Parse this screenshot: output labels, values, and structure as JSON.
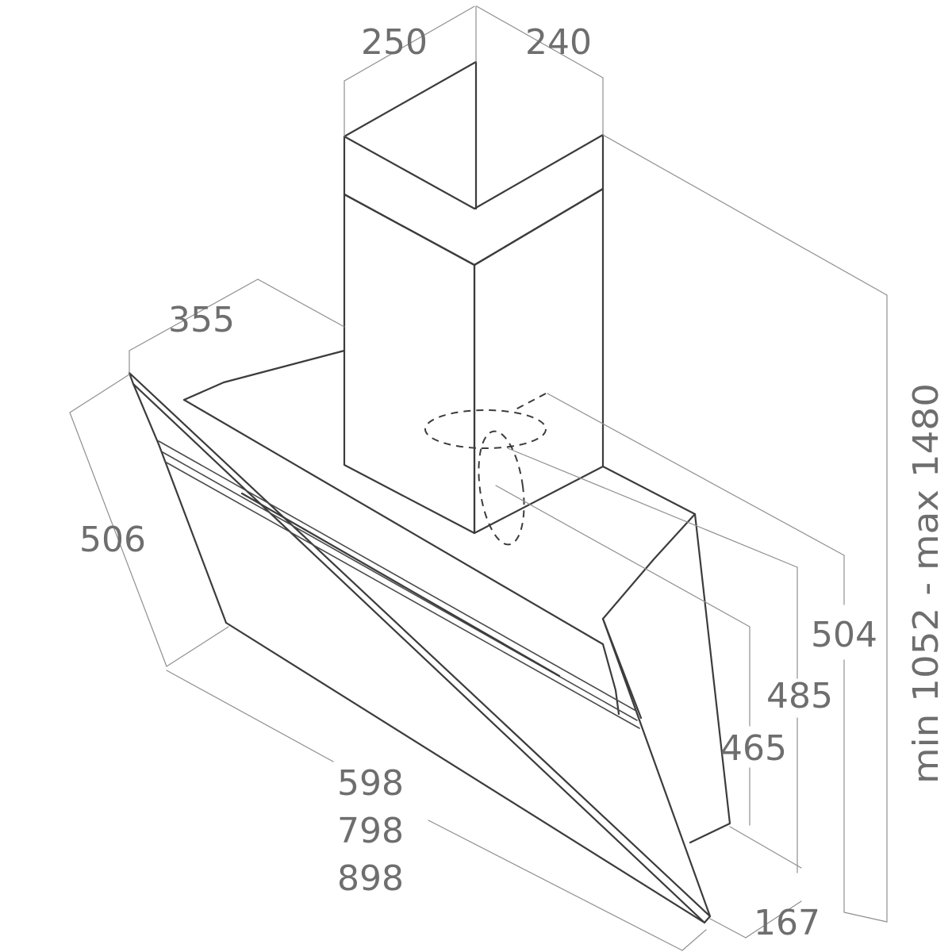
{
  "dimensions": {
    "chimney_width": "250",
    "chimney_depth": "240",
    "canopy_depth": "355",
    "canopy_height": "506",
    "width_1": "598",
    "width_2": "798",
    "width_3": "898",
    "wall_height_1": "504",
    "wall_height_2": "485",
    "wall_height_3": "465",
    "glass_depth": "167",
    "total_height": "min 1052 - max 1480"
  }
}
